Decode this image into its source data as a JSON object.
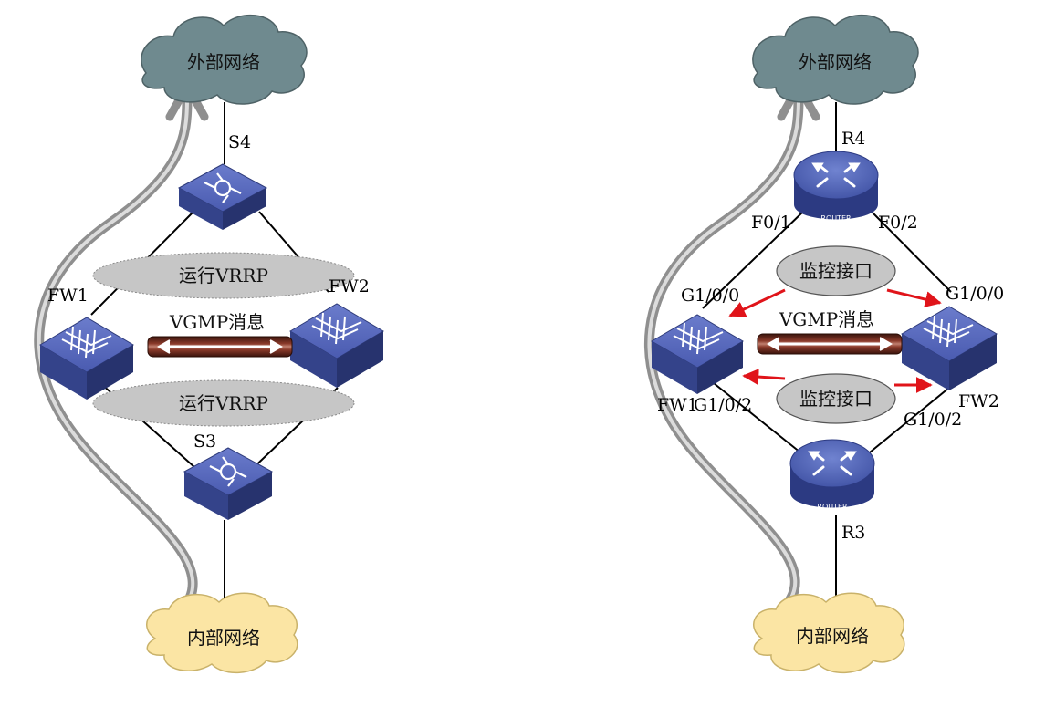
{
  "left": {
    "external_network": "外部网络",
    "internal_network": "内部网络",
    "s4": "S4",
    "s3": "S3",
    "fw1": "FW1",
    "fw2": "FW2",
    "vrrp_top": "运行VRRP",
    "vrrp_bottom": "运行VRRP",
    "vgmp": "VGMP消息"
  },
  "right": {
    "external_network": "外部网络",
    "internal_network": "内部网络",
    "r4": "R4",
    "r3": "R3",
    "fw1": "FW1",
    "fw2": "FW2",
    "r4_port_left": "F0/1",
    "r4_port_right": "F0/2",
    "fw1_top_port": "G1/0/0",
    "fw2_top_port": "G1/0/0",
    "fw1_bottom_port": "G1/0/2",
    "fw2_bottom_port": "G1/0/2",
    "monitor_top": "监控接口",
    "monitor_bottom": "监控接口",
    "vgmp": "VGMP消息",
    "router_badge_top": "ROUTER",
    "router_badge_bottom": "ROUTER"
  },
  "colors": {
    "cloud_external": "#6f8a8f",
    "cloud_internal": "#fbe5a4",
    "device_blue": "#3d4e9e",
    "ellipse_gray": "#c6c6c6",
    "arrow_red": "#e0141a",
    "traffic_arrow": "#8f8f8f"
  }
}
